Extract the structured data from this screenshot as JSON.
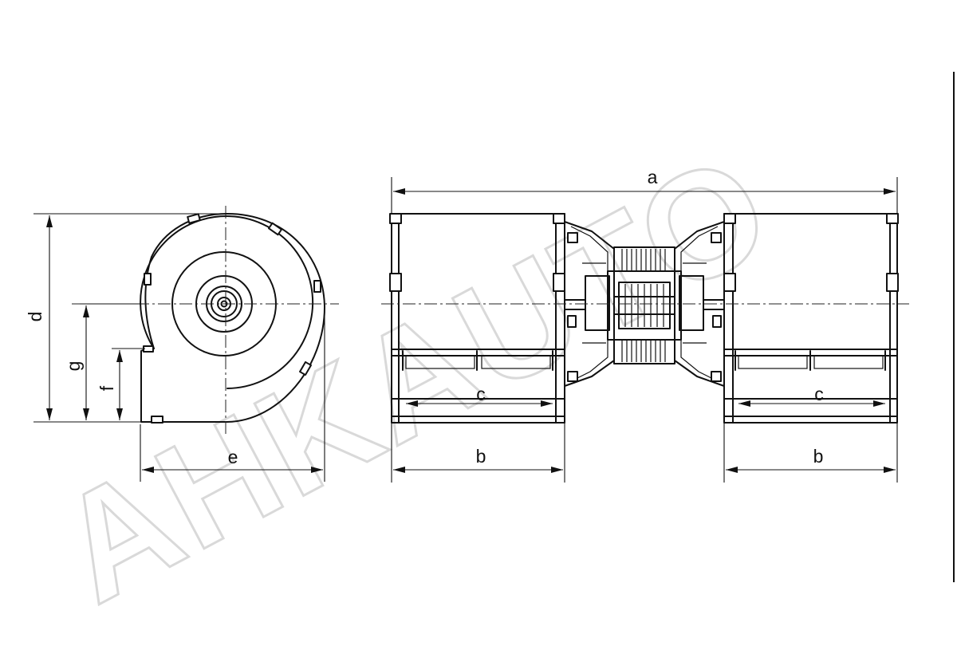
{
  "watermark": "AHKAUTO",
  "dimensions": {
    "a": "a",
    "b_left": "b",
    "b_right": "b",
    "c_left": "c",
    "c_right": "c",
    "d": "d",
    "e": "e",
    "f": "f",
    "g": "g"
  }
}
